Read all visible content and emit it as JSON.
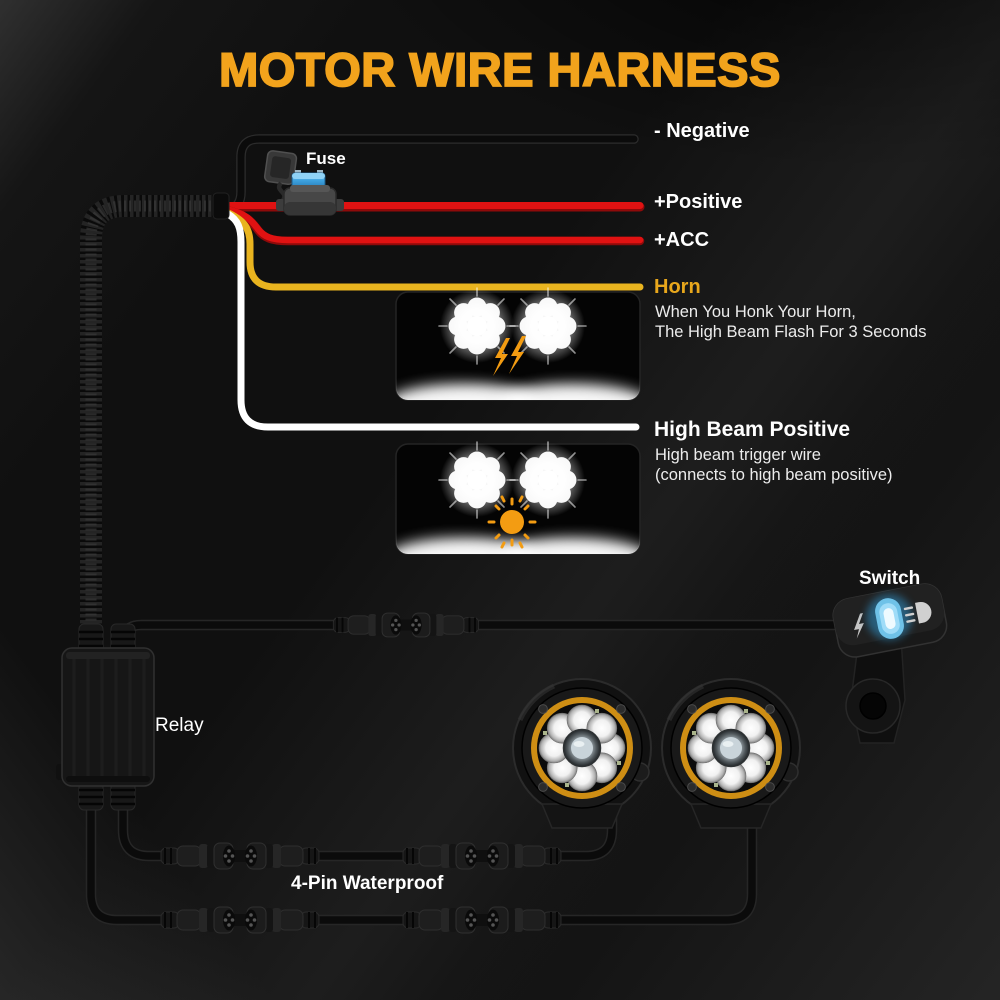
{
  "title": "MOTOR WIRE HARNESS",
  "wire_labels": {
    "negative": "- Negative",
    "positive": "+Positive",
    "acc": "+ACC",
    "horn": "Horn",
    "horn_desc1": "When You Honk Your Horn,",
    "horn_desc2": "The High Beam Flash For 3 Seconds",
    "high_beam": "High Beam Positive",
    "high_beam_desc1": "High beam trigger wire",
    "high_beam_desc2": "(connects to high beam positive)"
  },
  "component_labels": {
    "fuse": "Fuse",
    "switch": "Switch",
    "relay": "Relay",
    "connector": "4-Pin Waterproof"
  },
  "icons": {
    "flash_icon": "double-lightning-bolt",
    "daytime_icon": "sun",
    "switch_flash_icon": "lightning-bolt",
    "switch_beam_icon": "high-beam-lamp"
  },
  "colors": {
    "title": "#F2A31C",
    "horn_label": "#E8A71C",
    "wire_red": "#E01212",
    "wire_yellow": "#E9B41F",
    "wire_white": "#FFFFFF",
    "fuse_blue": "#3FA3E0",
    "switch_glow": "#9FDCF8",
    "light_amber": "#CE8E14",
    "photo_icon_orange": "#F39C12"
  }
}
